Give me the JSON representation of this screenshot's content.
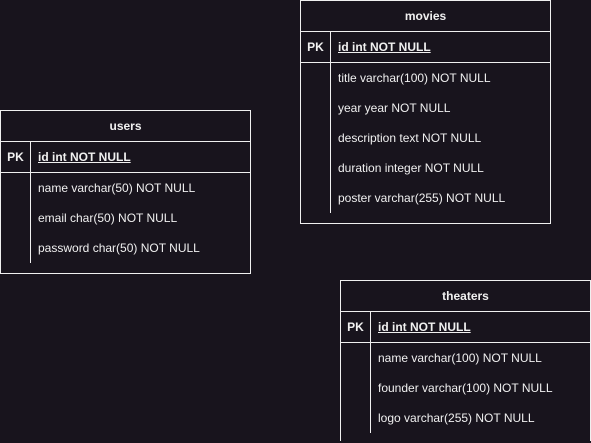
{
  "entities": {
    "users": {
      "title": "users",
      "pk_label": "PK",
      "pk_field": "id int NOT NULL",
      "fields": [
        "name varchar(50) NOT NULL",
        "email char(50) NOT NULL",
        "password char(50) NOT NULL"
      ]
    },
    "movies": {
      "title": "movies",
      "pk_label": "PK",
      "pk_field": "id int NOT NULL",
      "fields": [
        "title varchar(100) NOT NULL",
        "year year NOT NULL",
        "description text NOT NULL",
        "duration integer NOT NULL",
        "poster varchar(255) NOT NULL"
      ]
    },
    "theaters": {
      "title": "theaters",
      "pk_label": "PK",
      "pk_field": "id int NOT NULL",
      "fields": [
        "name varchar(100) NOT NULL",
        "founder varchar(100) NOT NULL",
        "logo varchar(255) NOT NULL"
      ]
    }
  },
  "colors": {
    "background": "#18141d",
    "foreground": "#f0f0f0"
  }
}
